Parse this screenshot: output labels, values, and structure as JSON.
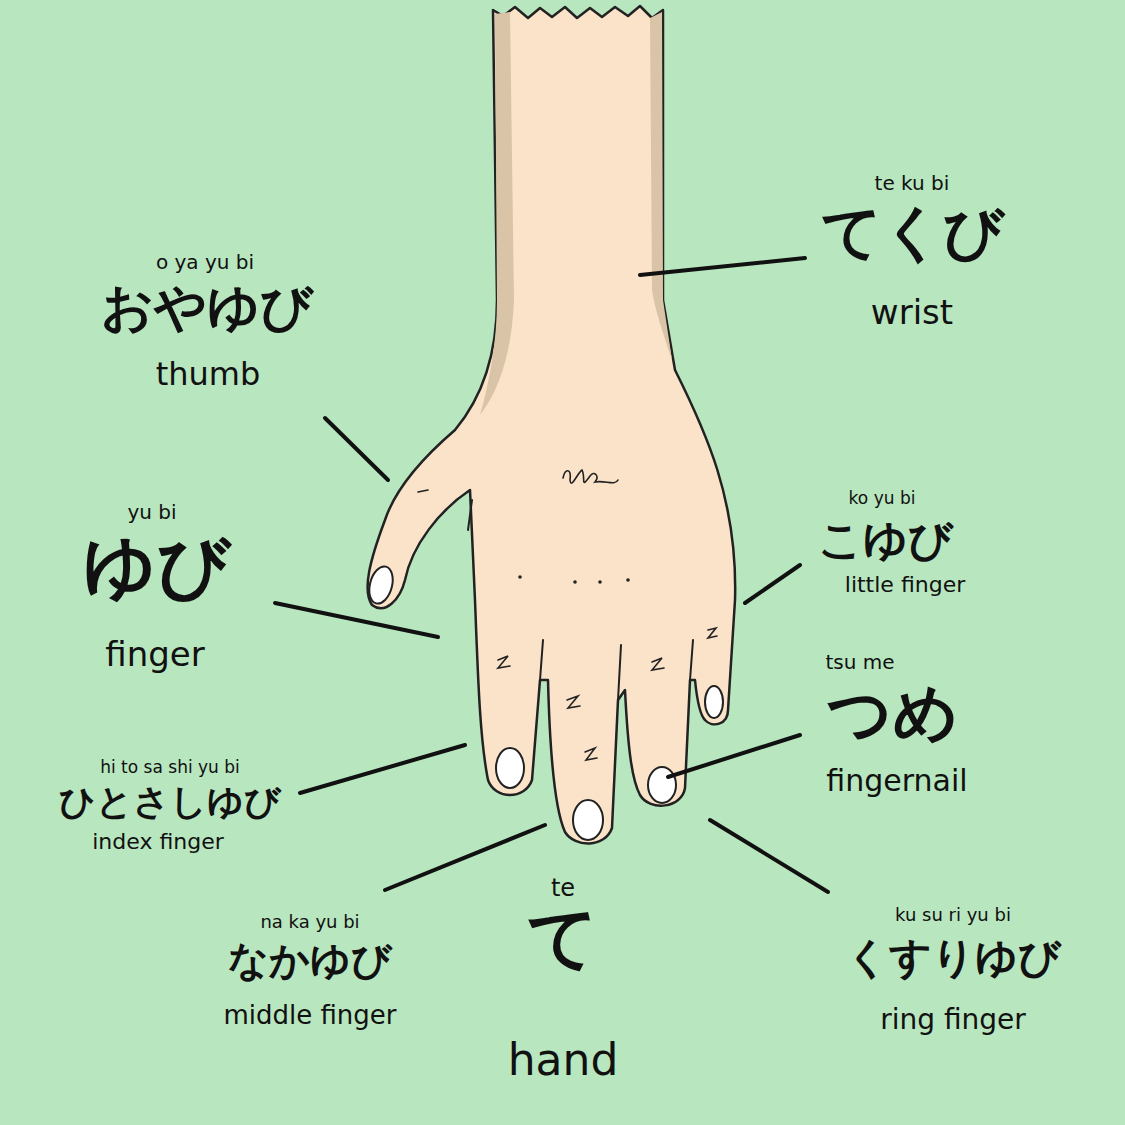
{
  "diagram": {
    "labels": [
      "o ya yu bi",
      "おやゆび",
      "thumb",
      "te ku bi",
      "てくび",
      "wrist",
      "yu bi",
      "ゆび",
      "finger",
      "ko yu bi",
      "こゆび",
      "little finger",
      "tsu me",
      "つめ",
      "fingernail",
      "hi to sa shi yu bi",
      "ひとさしゆび",
      "index finger",
      "na ka yu bi",
      "なかゆび",
      "middle finger",
      "te",
      "て",
      "hand",
      "ku su ri yu bi",
      "くすりゆび",
      "ring finger"
    ]
  }
}
